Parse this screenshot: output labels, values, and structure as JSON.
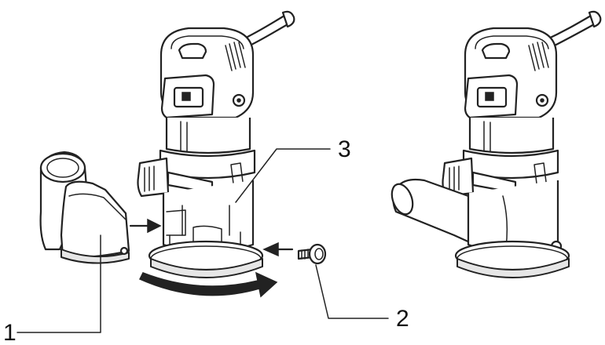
{
  "callouts": {
    "one": "1",
    "two": "2",
    "three": "3"
  },
  "icons": {
    "router_left": "trim-router-icon",
    "router_right": "trim-router-icon",
    "dust_nozzle": "dust-nozzle-icon",
    "screw": "thumb-screw-icon",
    "rotation_arrow": "rotation-arrow-icon",
    "insert_arrow": "insert-arrow-icon"
  },
  "colors": {
    "line": "#222222",
    "shade": "#e6e6e6",
    "background": "#ffffff"
  }
}
